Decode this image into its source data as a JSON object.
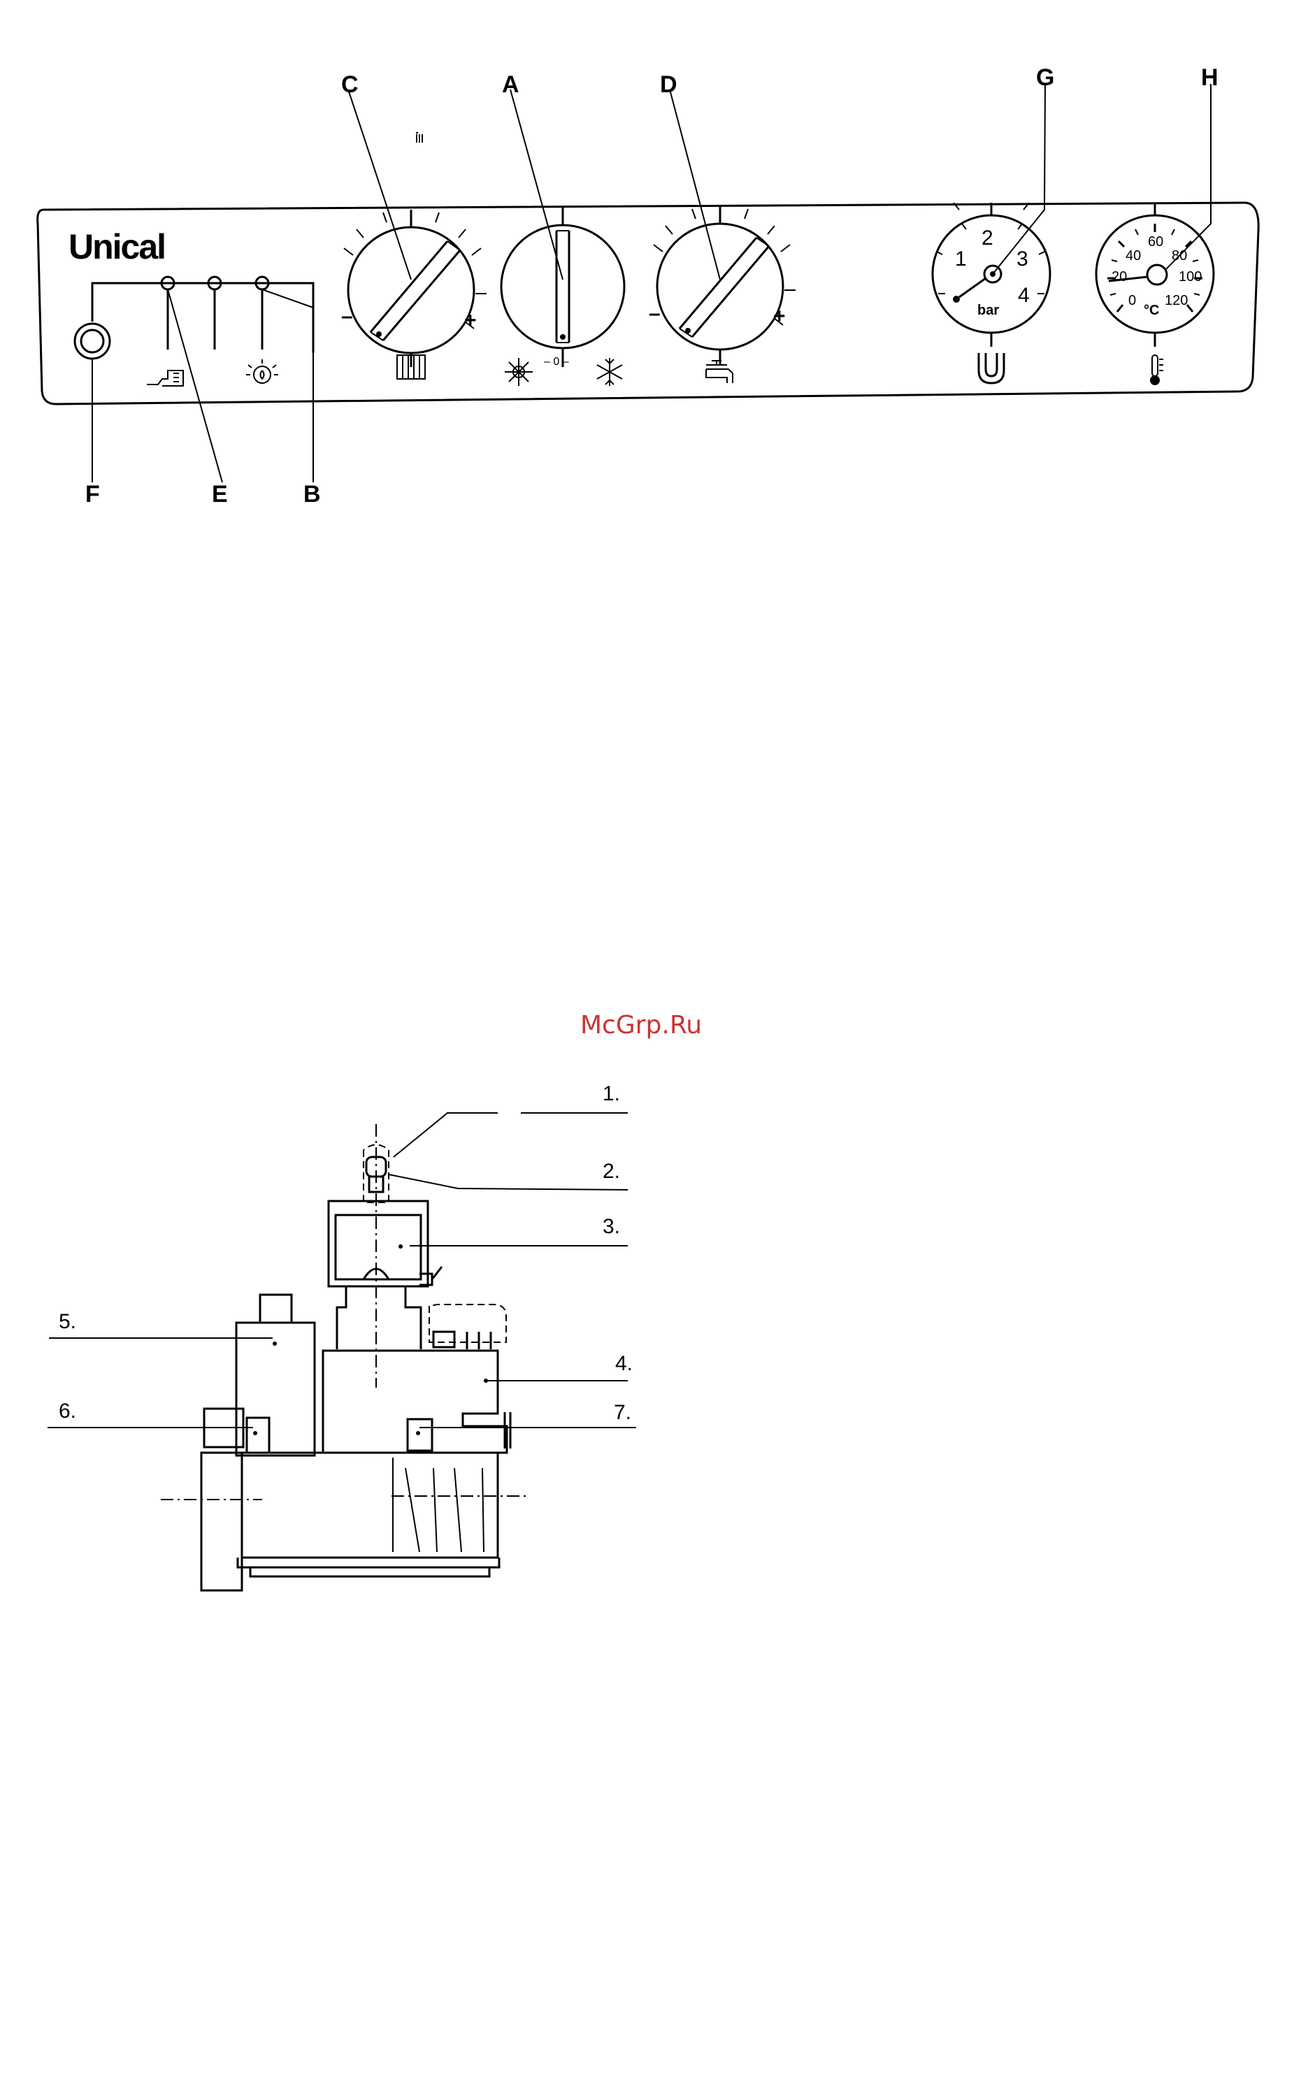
{
  "panel": {
    "brand": "Unical",
    "callouts": {
      "A": "A",
      "B": "B",
      "C": "C",
      "D": "D",
      "E": "E",
      "F": "F",
      "G": "G",
      "H": "H"
    },
    "knob_signs": {
      "minus": "–",
      "plus": "+"
    },
    "mode_zero": "– 0 –",
    "pressure_gauge": {
      "ticks": [
        "1",
        "2",
        "3",
        "4"
      ],
      "unit": "bar"
    },
    "temperature_gauge": {
      "ticks": [
        "0",
        "20",
        "40",
        "60",
        "80",
        "100",
        "120"
      ],
      "unit": "°C"
    },
    "icons": [
      "reset-icon",
      "flame-lamp-icon",
      "radiator-icon",
      "sun-icon",
      "snowflake-icon",
      "tap-icon",
      "pressure-siphon-icon",
      "thermometer-icon"
    ]
  },
  "watermark": "McGrp.Ru",
  "valve": {
    "labels": [
      "1.",
      "2.",
      "3.",
      "4.",
      "5.",
      "6.",
      "7."
    ]
  }
}
